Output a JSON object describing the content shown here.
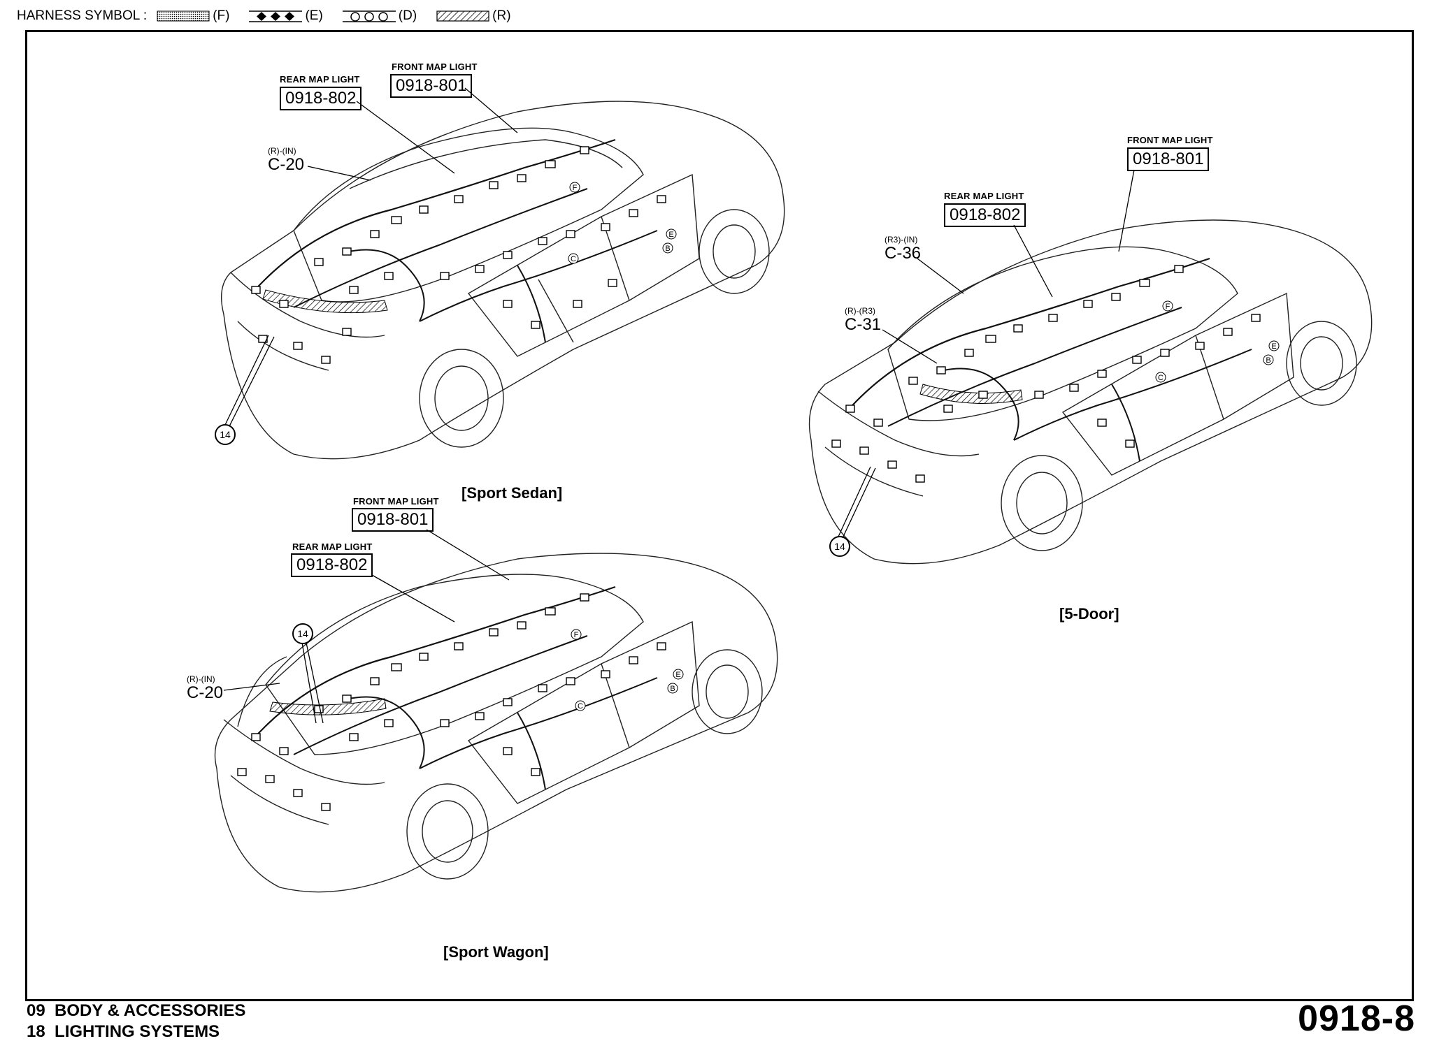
{
  "header": {
    "label": "HARNESS SYMBOL :",
    "symbols": [
      {
        "name": "dotted-symbol",
        "letter": "(F)"
      },
      {
        "name": "diamond-symbol",
        "letter": "(E)"
      },
      {
        "name": "circle-symbol",
        "letter": "(D)"
      },
      {
        "name": "hatched-symbol",
        "letter": "(R)"
      }
    ]
  },
  "views": {
    "sedan": {
      "caption": "[Sport Sedan]",
      "rear_map_label": "REAR MAP LIGHT",
      "rear_map_code": "0918-802",
      "front_map_label": "FRONT MAP LIGHT",
      "front_map_code": "0918-801",
      "connector_tag": "(R)-(IN)",
      "connector_id": "C-20",
      "ground": "14"
    },
    "five_door": {
      "caption": "[5-Door]",
      "front_map_label": "FRONT MAP LIGHT",
      "front_map_code": "0918-801",
      "rear_map_label": "REAR MAP LIGHT",
      "rear_map_code": "0918-802",
      "connector1_tag": "(R3)-(IN)",
      "connector1_id": "C-36",
      "connector2_tag": "(R)-(R3)",
      "connector2_id": "C-31",
      "ground": "14"
    },
    "wagon": {
      "caption": "[Sport Wagon]",
      "front_map_label": "FRONT MAP LIGHT",
      "front_map_code": "0918-801",
      "rear_map_label": "REAR MAP LIGHT",
      "rear_map_code": "0918-802",
      "connector_tag": "(R)-(IN)",
      "connector_id": "C-20",
      "ground": "14"
    }
  },
  "footer": {
    "line1_num": "09",
    "line1_text": "BODY & ACCESSORIES",
    "line2_num": "18",
    "line2_text": "LIGHTING SYSTEMS",
    "page_code": "0918-8"
  }
}
